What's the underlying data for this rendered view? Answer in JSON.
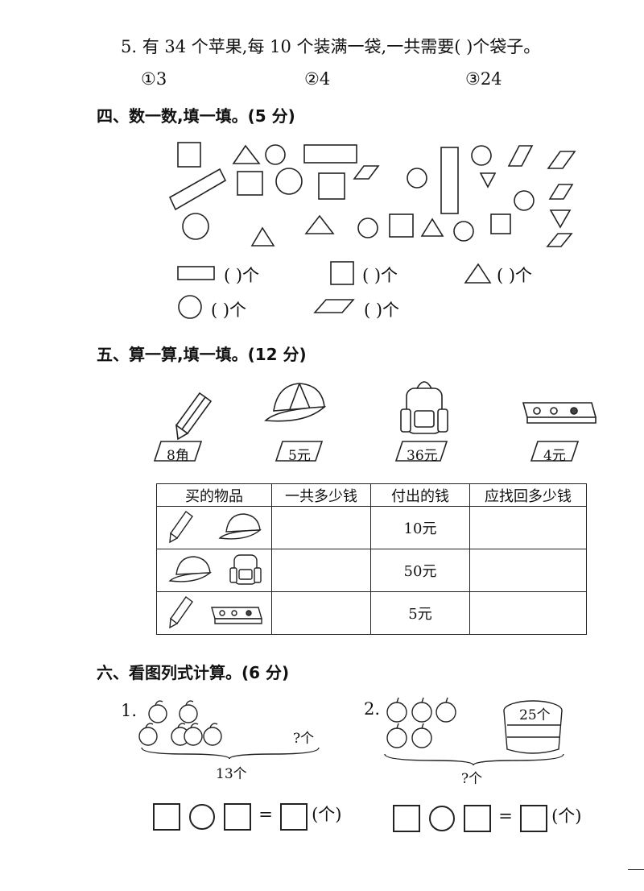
{
  "q5": {
    "stem": "5. 有 34 个苹果,每 10 个装满一袋,一共需要(        )个袋子。",
    "options": [
      "①3",
      "②4",
      "③24"
    ]
  },
  "section4": {
    "heading": "四、数一数,填一填。(5 分)",
    "labels": {
      "rect": "(        )个",
      "square": "(        )个",
      "triangle": "(        )个",
      "circle": "(        )个",
      "parallelogram": "(        )个"
    }
  },
  "section5": {
    "heading": "五、算一算,填一填。(12 分)",
    "items": [
      {
        "icon": "pencil-icon",
        "price": "8角"
      },
      {
        "icon": "cap-icon",
        "price": "5元"
      },
      {
        "icon": "backpack-icon",
        "price": "36元"
      },
      {
        "icon": "pencil-case-icon",
        "price": "4元"
      }
    ],
    "table": {
      "headers": [
        "买的物品",
        "一共多少钱",
        "付出的钱",
        "应找回多少钱"
      ],
      "rows": [
        {
          "paid": "10元"
        },
        {
          "paid": "50元"
        },
        {
          "paid": "5元"
        }
      ]
    }
  },
  "section6": {
    "heading": "六、看图列式计算。(6 分)",
    "p1": {
      "num": "1.",
      "question": "?个",
      "total": "13个",
      "unit": "(个)"
    },
    "p2": {
      "num": "2.",
      "basket": "25个",
      "question": "?个",
      "unit": "(个)"
    }
  }
}
